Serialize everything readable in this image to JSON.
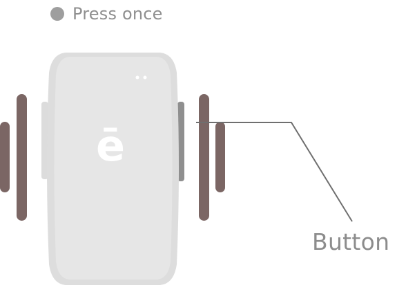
{
  "instruction": {
    "text": "Press once"
  },
  "callout": {
    "label": "Button"
  },
  "device": {
    "logo": "ē"
  },
  "colors": {
    "device_body": "#e4e4e4",
    "device_edge": "#d8d8d8",
    "side_button": "#8a8a8a",
    "vibration_bars": "#7b6664",
    "leader_line": "#6f6f6f",
    "caption_text": "#8f8f8f",
    "caption_dot": "#9e9e9e",
    "logo": "#ffffff"
  },
  "icons": {
    "caption_bullet": "filled-circle-icon",
    "vibration": "vibration-bars-icon"
  }
}
